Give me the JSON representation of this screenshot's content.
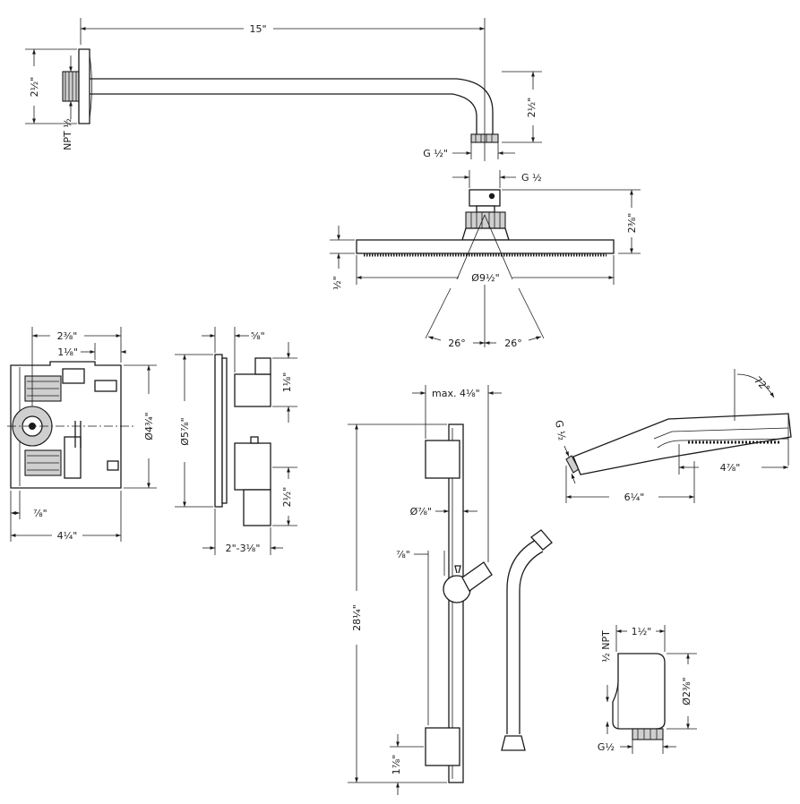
{
  "arm": {
    "length": "15\"",
    "height_left": "2½\"",
    "height_right": "2½\"",
    "inlet": "NPT ½",
    "outlet": "G ½\""
  },
  "overhead": {
    "inlet": "G ½",
    "height": "2⅜\"",
    "plate": "½\"",
    "diameter": "Ø9½\"",
    "angle_left": "26°",
    "angle_right": "26°"
  },
  "valve_body": {
    "depth": "2⅜\"",
    "offset": "1⅛\"",
    "diameter": "Ø4¾\"",
    "left": "⅞\"",
    "width": "4¼\""
  },
  "valve_trim": {
    "handle": "⅝\"",
    "spout": "1⅛\"",
    "diameter": "Ø5⅞\"",
    "knob": "2½\"",
    "projection": "2\"-3⅛\""
  },
  "slide_bar": {
    "reach": "max. 4⅛\"",
    "bar_diameter": "Ø⅞\"",
    "holder": "⅞\"",
    "length": "28¼\"",
    "bottom": "1⅞\""
  },
  "hand_shower": {
    "angle": "72°",
    "inlet": "G ½",
    "head": "4⅞\"",
    "length": "6¼\""
  },
  "wall_outlet": {
    "width": "1½\"",
    "inlet": "½ NPT",
    "diameter": "Ø2⅜\"",
    "outlet": "G½"
  }
}
